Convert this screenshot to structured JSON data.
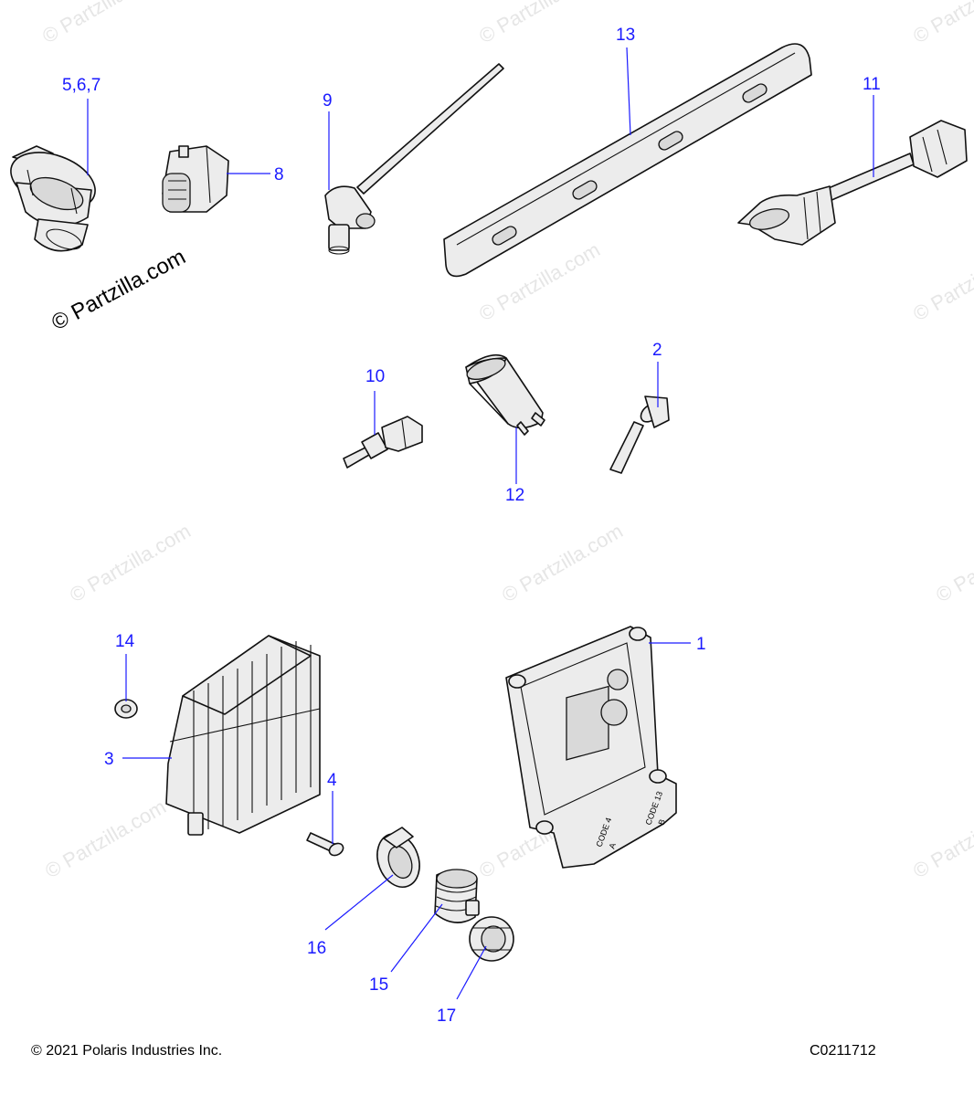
{
  "watermark": {
    "text": "© Partzilla.com",
    "featured_text": "© Partzilla.com"
  },
  "callouts": {
    "c1": "1",
    "c2": "2",
    "c3": "3",
    "c4": "4",
    "c567": "5,6,7",
    "c8": "8",
    "c9": "9",
    "c10": "10",
    "c11": "11",
    "c12": "12",
    "c13": "13",
    "c14": "14",
    "c15": "15",
    "c16": "16",
    "c17": "17"
  },
  "ecu_labels": {
    "code_a": "CODE 4",
    "code_a_sub": "A",
    "code_b": "CODE 13",
    "code_b_sub": "B"
  },
  "footer": {
    "copyright": "© 2021 Polaris Industries Inc.",
    "diagram_id": "C0211712"
  },
  "colors": {
    "callout": "#1a1aff",
    "linework": "#111111",
    "part_fill": "#ececec",
    "watermark": "#e6e6e6"
  }
}
